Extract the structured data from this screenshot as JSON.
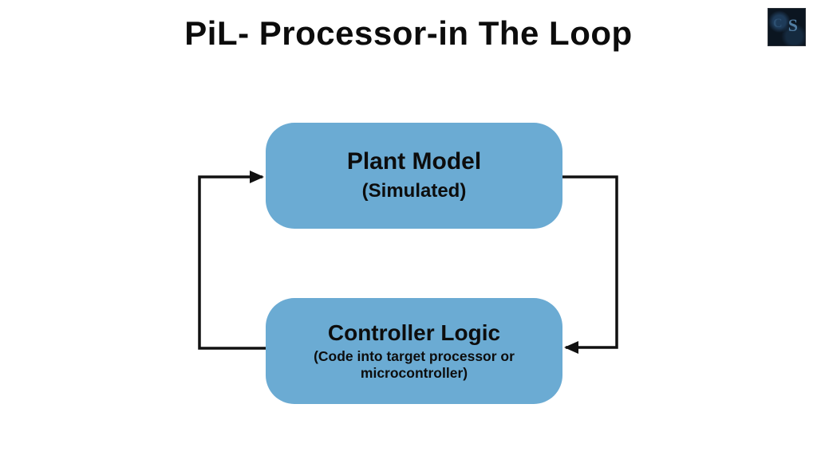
{
  "title": "PiL- Processor-in The Loop",
  "logo": {
    "glyph": "S",
    "glyph2": "C"
  },
  "diagram": {
    "nodes": [
      {
        "id": "plant-model",
        "title": "Plant Model",
        "subtitle": "(Simulated)"
      },
      {
        "id": "controller-logic",
        "title": "Controller Logic",
        "subtitle": "(Code into target processor or microcontroller)"
      }
    ],
    "edges": [
      {
        "id": "controller-to-plant",
        "from": "controller-logic",
        "to": "plant-model",
        "side": "left"
      },
      {
        "id": "plant-to-controller",
        "from": "plant-model",
        "to": "controller-logic",
        "side": "right"
      }
    ]
  },
  "colors": {
    "node_fill": "#6babd3",
    "arrow": "#111111",
    "text": "#0d0d0d",
    "background": "#ffffff",
    "logo_background": "#0b1520"
  }
}
